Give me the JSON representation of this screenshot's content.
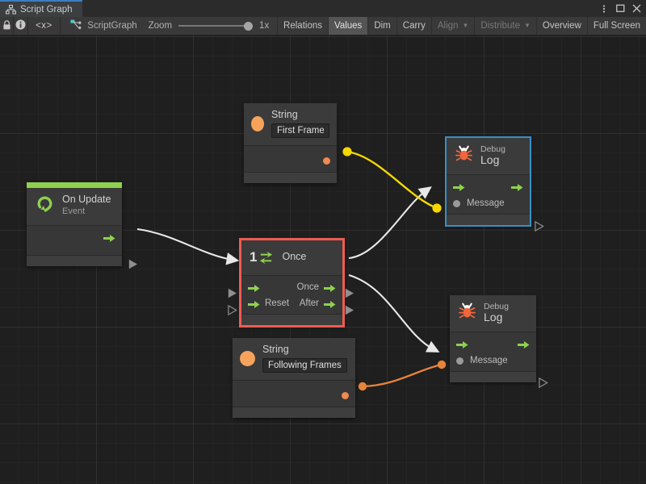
{
  "window": {
    "tab_label": "Script Graph",
    "tab_icon": "hierarchy-icon",
    "controls": [
      {
        "name": "kebab-menu-button",
        "icon": "kebab-menu-icon"
      },
      {
        "name": "maximize-button",
        "icon": "maximize-icon"
      },
      {
        "name": "close-button",
        "icon": "close-icon"
      }
    ]
  },
  "toolbar": {
    "lock_icon": "lock-icon",
    "info_icon": "info-icon",
    "code_icon": "code-brackets-icon",
    "code_label": "<x>",
    "graph_icon": "script-graph-icon",
    "graph_name": "ScriptGraph",
    "zoom_label": "Zoom",
    "zoom_value": "1x",
    "buttons": [
      {
        "label": "Relations",
        "active": false,
        "disabled": false,
        "dropdown": false
      },
      {
        "label": "Values",
        "active": true,
        "disabled": false,
        "dropdown": false
      },
      {
        "label": "Dim",
        "active": false,
        "disabled": false,
        "dropdown": false
      },
      {
        "label": "Carry",
        "active": false,
        "disabled": false,
        "dropdown": false
      },
      {
        "label": "Align",
        "active": false,
        "disabled": true,
        "dropdown": true
      },
      {
        "label": "Distribute",
        "active": false,
        "disabled": true,
        "dropdown": true
      },
      {
        "label": "Overview",
        "active": false,
        "disabled": false,
        "dropdown": false
      },
      {
        "label": "Full Screen",
        "active": false,
        "disabled": false,
        "dropdown": false
      }
    ]
  },
  "colors": {
    "accent_green": "#8fd14f",
    "event_header": "#8fd14f",
    "string_orange": "#f7a35c",
    "selection_red": "#f05b52",
    "selection_blue": "#3a8fc4",
    "wire_flow": "#e8e8e8",
    "wire_value_highlight": "#f5d800",
    "wire_value_orange": "#e8833a",
    "canvas_bg": "#1f1f1f",
    "node_bg": "#3b3b3b"
  },
  "graph": {
    "nodes": [
      {
        "id": "on-update",
        "kind": "event",
        "title": "On Update",
        "subtitle": "Event",
        "icon": "on-update-loop-icon",
        "selected": "none",
        "ports": {
          "outputs": [
            {
              "label": "",
              "type": "flow"
            }
          ],
          "inputs": []
        }
      },
      {
        "id": "once",
        "kind": "control",
        "title": "Once",
        "subtitle": "",
        "icon": "once-counter-icon",
        "icon_number": "1",
        "selected": "red",
        "ports": {
          "inputs": [
            {
              "label": "",
              "type": "flow"
            },
            {
              "label": "Reset",
              "type": "flow"
            }
          ],
          "outputs": [
            {
              "label": "Once",
              "type": "flow"
            },
            {
              "label": "After",
              "type": "flow"
            }
          ]
        }
      },
      {
        "id": "string-first-frame",
        "kind": "literal",
        "title": "String",
        "subtitle": "",
        "icon": "string-circle-icon",
        "value": "First Frame",
        "selected": "none",
        "ports": {
          "inputs": [],
          "outputs": [
            {
              "label": "",
              "type": "value"
            }
          ]
        }
      },
      {
        "id": "string-following-frames",
        "kind": "literal",
        "title": "String",
        "subtitle": "",
        "icon": "string-circle-icon",
        "value": "Following Frames",
        "selected": "none",
        "ports": {
          "inputs": [],
          "outputs": [
            {
              "label": "",
              "type": "value"
            }
          ]
        }
      },
      {
        "id": "debug-log-top",
        "kind": "unit",
        "title": "Log",
        "subtitle": "Debug",
        "icon": "debug-bug-icon",
        "selected": "blue",
        "ports": {
          "inputs": [
            {
              "label": "",
              "type": "flow"
            },
            {
              "label": "Message",
              "type": "value"
            }
          ],
          "outputs": [
            {
              "label": "",
              "type": "flow"
            }
          ]
        }
      },
      {
        "id": "debug-log-bottom",
        "kind": "unit",
        "title": "Log",
        "subtitle": "Debug",
        "icon": "debug-bug-icon",
        "selected": "none",
        "ports": {
          "inputs": [
            {
              "label": "",
              "type": "flow"
            },
            {
              "label": "Message",
              "type": "value"
            }
          ],
          "outputs": [
            {
              "label": "",
              "type": "flow"
            }
          ]
        }
      }
    ],
    "edges": [
      {
        "from": "on-update",
        "to": "once",
        "type": "flow"
      },
      {
        "from": "once.Once",
        "to": "debug-log-top",
        "type": "flow"
      },
      {
        "from": "once.After",
        "to": "debug-log-bottom",
        "type": "flow"
      },
      {
        "from": "string-first-frame",
        "to": "debug-log-top.Message",
        "type": "value",
        "color": "#f5d800"
      },
      {
        "from": "string-following-frames",
        "to": "debug-log-bottom.Message",
        "type": "value",
        "color": "#e8833a"
      }
    ]
  }
}
